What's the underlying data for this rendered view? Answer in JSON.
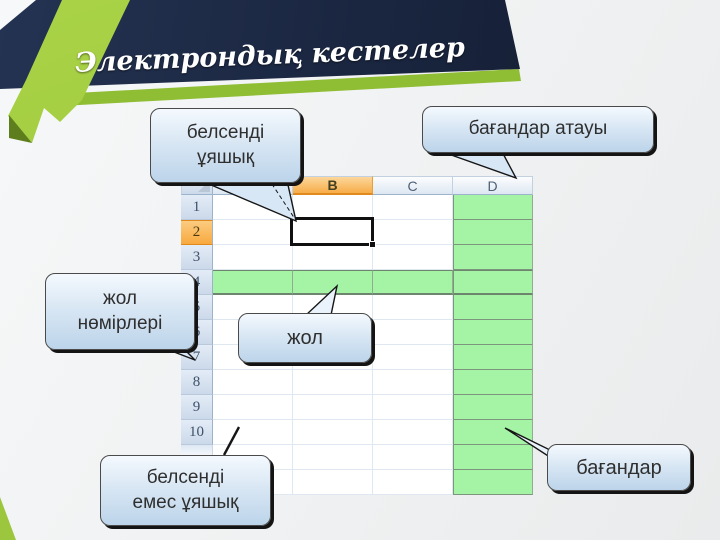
{
  "title": "Электрондық кестелер",
  "callouts": {
    "active_cell": {
      "label": "белсенді\nұяшық"
    },
    "column_names": {
      "label": "бағандар атауы"
    },
    "row_numbers": {
      "label": "жол\nнөмірлері"
    },
    "row": {
      "label": "жол"
    },
    "inactive_cell": {
      "label": "белсенді\nемес ұяшық"
    },
    "columns": {
      "label": "бағандар"
    }
  },
  "spreadsheet": {
    "column_headers": [
      "",
      "B",
      "C",
      "D"
    ],
    "row_headers": [
      "1",
      "2",
      "3",
      "4",
      "5",
      "6",
      "7",
      "8",
      "9",
      "10",
      "",
      ""
    ],
    "selected_column": "B",
    "selected_row": "2",
    "highlighted_row": "4",
    "highlighted_column": "D"
  },
  "colors": {
    "banner_navy": "#1b2940",
    "accent_lime": "#9cc63d",
    "selection_orange": "#f8ab47",
    "highlight_green": "#a5f3a5",
    "callout_blue": "#d9e7f4"
  }
}
